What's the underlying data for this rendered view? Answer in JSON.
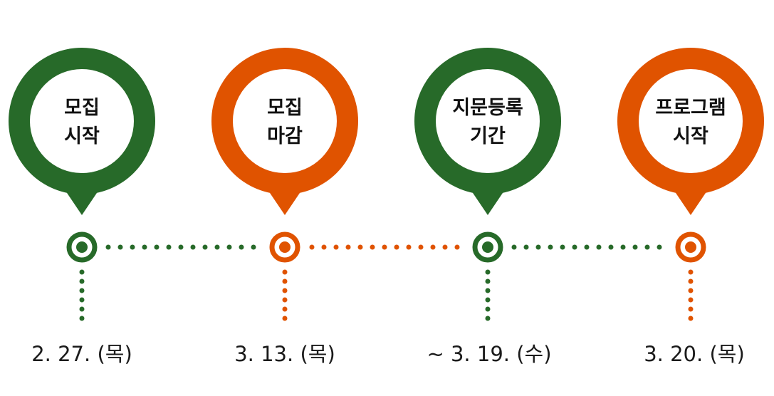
{
  "colors": {
    "green": "#276a29",
    "orange": "#e05300",
    "text": "#111111"
  },
  "milestones": [
    {
      "label_line1": "모집",
      "label_line2": "시작",
      "date": "2. 27. (목)",
      "color": "green"
    },
    {
      "label_line1": "모집",
      "label_line2": "마감",
      "date": "3. 13. (목)",
      "color": "orange"
    },
    {
      "label_line1": "지문등록",
      "label_line2": "기간",
      "date": "~ 3. 19. (수)",
      "color": "green"
    },
    {
      "label_line1": "프로그램",
      "label_line2": "시작",
      "date": "3. 20. (목)",
      "color": "orange"
    }
  ]
}
